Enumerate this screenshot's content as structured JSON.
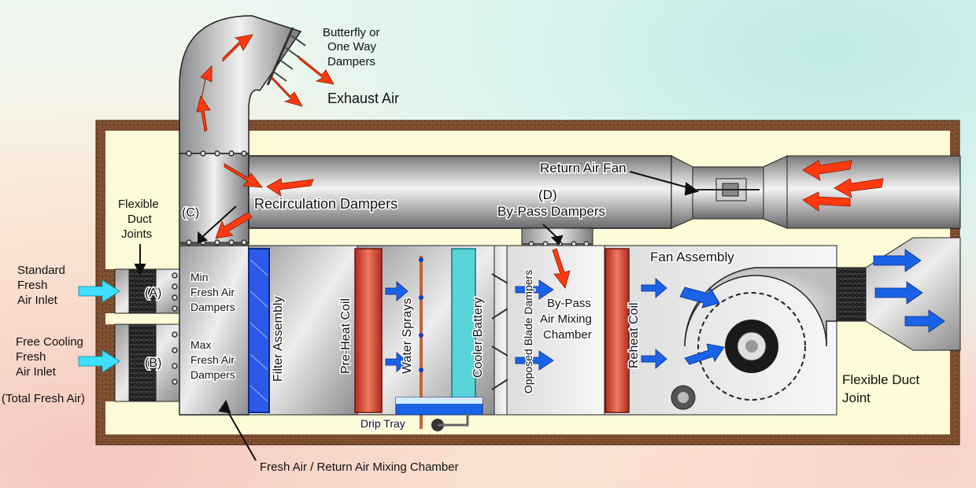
{
  "labels": {
    "butterfly_1": "Butterfly or",
    "butterfly_2": "One Way",
    "butterfly_3": "Dampers",
    "exhaust_air": "Exhaust Air",
    "return_air_fan": "Return Air Fan",
    "d_marker": "(D)",
    "bypass_dampers": "By-Pass Dampers",
    "recirculation_dampers": "Recirculation Dampers",
    "c_marker": "(C)",
    "flexible_duct_joints_1": "Flexible",
    "flexible_duct_joints_2": "Duct",
    "flexible_duct_joints_3": "Joints",
    "standard_inlet_1": "Standard",
    "standard_inlet_2": "Fresh",
    "standard_inlet_3": "Air Inlet",
    "free_cooling_1": "Free Cooling",
    "free_cooling_2": "Fresh",
    "free_cooling_3": "Air Inlet",
    "total_fresh_air": "(Total Fresh Air)",
    "a_marker": "(A)",
    "b_marker": "(B)",
    "min_dampers_1": "Min",
    "min_dampers_2": "Fresh Air",
    "min_dampers_3": "Dampers",
    "max_dampers_1": "Max",
    "max_dampers_2": "Fresh Air",
    "max_dampers_3": "Dampers",
    "filter_assembly": "Filter Assembly",
    "pre_heat_coil": "Pre-Heat Coil",
    "water_sprays": "Water Sprays",
    "cooler_battery": "Cooler Battery",
    "opposed_blade_dampers": "Opposed Blade Dampers",
    "bypass_mixing_1": "By-Pass",
    "bypass_mixing_2": "Air Mixing",
    "bypass_mixing_3": "Chamber",
    "reheat_coil": "Reheat Coil",
    "fan_assembly": "Fan Assembly",
    "flexible_duct_joint_1": "Flexible Duct",
    "flexible_duct_joint_2": "Joint",
    "drip_tray": "Drip Tray",
    "mixing_chamber": "Fresh Air / Return Air Mixing Chamber"
  },
  "colors": {
    "brick": "#7a4a2e",
    "plant_room": "#fdfbd8",
    "duct_dark": "#6e6e70",
    "duct_light": "#f2f2f2",
    "exhaust_arrow": "#ff3a10",
    "supply_arrow": "#1a63e8",
    "fresh_arrow": "#3fe0ff",
    "coil": "#c0392b"
  }
}
